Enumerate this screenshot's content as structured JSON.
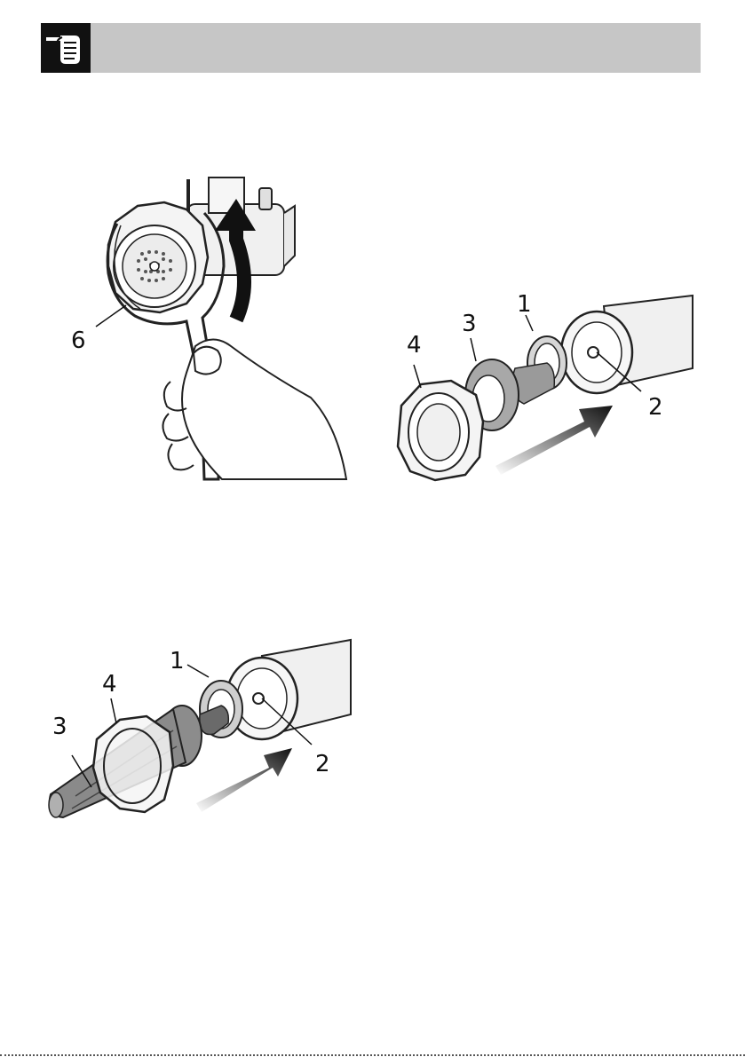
{
  "header": {
    "icon": "pointing-hand-icon",
    "accent_color": "#c6c6c6"
  },
  "figures": [
    {
      "id": "fig-remove-grinder-disc",
      "callouts": {
        "six": "6"
      }
    },
    {
      "id": "fig-assemble-sausage-ring",
      "callouts": {
        "four": "4",
        "three": "3",
        "one": "1",
        "two": "2"
      }
    },
    {
      "id": "fig-assemble-sausage-nozzle",
      "callouts": {
        "four": "4",
        "three": "3",
        "one": "1",
        "two": "2"
      }
    }
  ]
}
